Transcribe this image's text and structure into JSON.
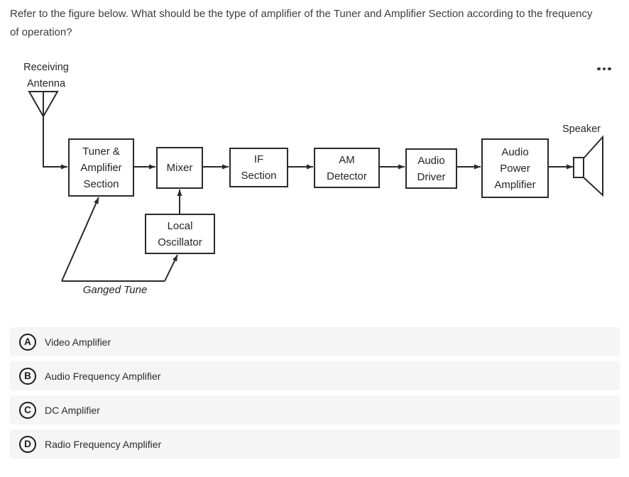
{
  "question": {
    "text": "Refer to the figure below. What should be the type of amplifier of the Tuner and Amplifier Section according to the frequency of operation?"
  },
  "menu": {
    "icons": {
      "more_options": "ellipsis-horizontal-icon"
    }
  },
  "diagram": {
    "antenna_label": {
      "lines": [
        "Receiving",
        "Antenna"
      ]
    },
    "speaker_label": "Speaker",
    "ganged_tune_label": "Ganged Tune",
    "blocks": [
      {
        "id": "tuner-amplifier-section",
        "lines": [
          "Tuner &",
          "Amplifier",
          "Section"
        ]
      },
      {
        "id": "mixer",
        "lines": [
          "Mixer"
        ]
      },
      {
        "id": "if-section",
        "lines": [
          "IF",
          "Section"
        ]
      },
      {
        "id": "am-detector",
        "lines": [
          "AM",
          "Detector"
        ]
      },
      {
        "id": "audio-driver",
        "lines": [
          "Audio",
          "Driver"
        ]
      },
      {
        "id": "audio-power-amplifier",
        "lines": [
          "Audio",
          "Power",
          "Amplifier"
        ]
      },
      {
        "id": "local-oscillator",
        "lines": [
          "Local",
          "Oscillator"
        ]
      }
    ]
  },
  "options": [
    {
      "letter": "A",
      "label": "Video Amplifier"
    },
    {
      "letter": "B",
      "label": "Audio Frequency Amplifier"
    },
    {
      "letter": "C",
      "label": "DC Amplifier"
    },
    {
      "letter": "D",
      "label": "Radio Frequency Amplifier"
    }
  ],
  "colors": {
    "diagram_line": "#2a2a2a",
    "option_row_bg": "#f5f5f6",
    "text": "#3c3c3c"
  }
}
